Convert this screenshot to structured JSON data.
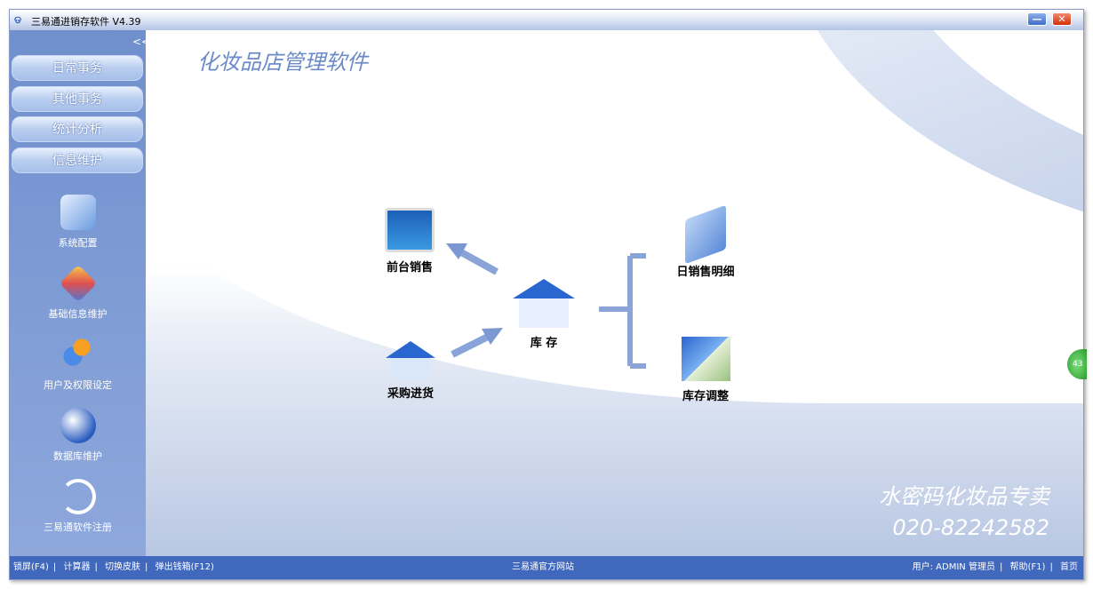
{
  "window": {
    "title": "三易通进销存软件",
    "version": "V4.39",
    "minimize": "—",
    "close": "✕"
  },
  "sidebar": {
    "collapse": "<<",
    "nav": [
      {
        "label": "日常事务"
      },
      {
        "label": "其他事务"
      },
      {
        "label": "统计分析"
      },
      {
        "label": "信息维护"
      }
    ],
    "items": [
      {
        "label": "系统配置",
        "icon": "settings-icon"
      },
      {
        "label": "基础信息维护",
        "icon": "cubes-icon"
      },
      {
        "label": "用户及权限设定",
        "icon": "users-icon"
      },
      {
        "label": "数据库维护",
        "icon": "globe-icon"
      },
      {
        "label": "三易通软件注册",
        "icon": "logo-icon"
      }
    ]
  },
  "main": {
    "title": "化妆品店管理软件",
    "nodes": {
      "front_sales": "前台销售",
      "inventory": "库 存",
      "purchase": "采购进货",
      "daily_detail": "日销售明细",
      "stock_adjust": "库存调整"
    },
    "slogan": "水密码化妆品专卖",
    "phone": "020-82242582"
  },
  "status": {
    "left": [
      "锁屏(F4)",
      "计算器",
      "切换皮肤",
      "弹出钱箱(F12)"
    ],
    "center": "三易通官方网站",
    "user_label": "用户:",
    "user": "ADMIN 管理员",
    "help": "帮助(F1)",
    "home": "首页"
  },
  "badge": "43",
  "colors": {
    "accent": "#4068bc",
    "sidebar": "#7b98d2"
  }
}
